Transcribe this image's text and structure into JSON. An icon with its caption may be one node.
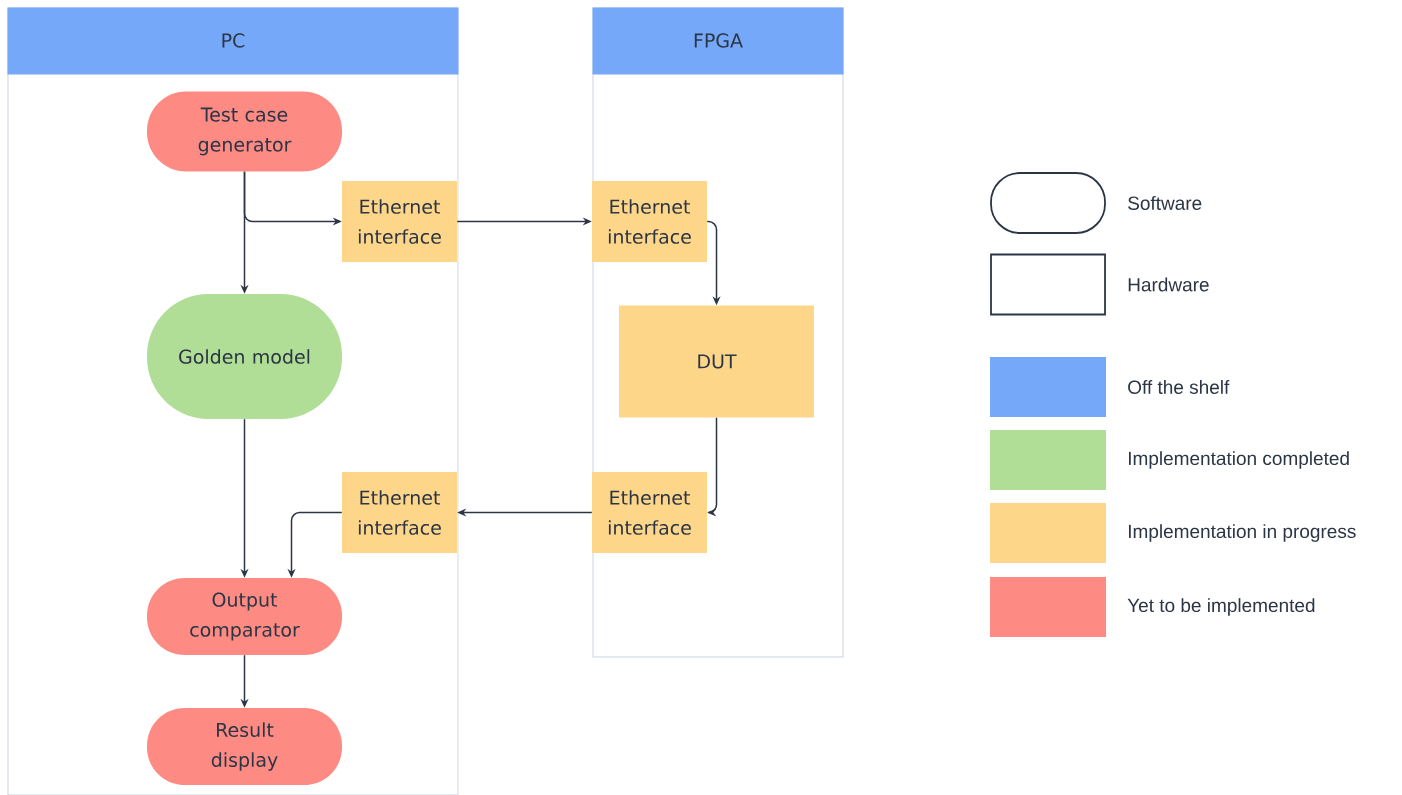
{
  "diagram": {
    "nodes": [
      {
        "text": [
          "PC"
        ]
      },
      {
        "text": [
          "FPGA"
        ]
      },
      {
        "text": [
          "Test case generator"
        ],
        "in": 0
      },
      {
        "text": [
          "Ethernet interface"
        ],
        "in": 0
      },
      {
        "text": [
          "Golden model"
        ],
        "in": 0
      },
      {
        "text": [
          "Ethernet interface"
        ],
        "in": 1
      },
      {
        "text": [
          "DUT"
        ],
        "in": 1
      },
      {
        "text": [
          "Ethernet interface"
        ],
        "in": 0
      },
      {
        "text": [
          "Ethernet interface"
        ],
        "in": 1
      },
      {
        "text": [
          "Output comparator"
        ],
        "in": 0
      },
      {
        "text": [
          "Result display"
        ],
        "in": 0
      }
    ],
    "edges": [
      {
        "from": 2,
        "to": 4,
        "arrow": "to"
      },
      {
        "from": 2,
        "to": 3,
        "arrow": "to"
      },
      {
        "from": 3,
        "to": 5,
        "arrow": "to"
      },
      {
        "from": 5,
        "to": 6,
        "arrow": "to"
      },
      {
        "from": 6,
        "to": 8,
        "arrow": "to"
      },
      {
        "from": 8,
        "to": 7,
        "arrow": "to"
      },
      {
        "from": 7,
        "to": 9,
        "arrow": "to"
      },
      {
        "from": 4,
        "to": 9,
        "arrow": "to"
      },
      {
        "from": 9,
        "to": 10,
        "arrow": "to"
      }
    ],
    "legend": [
      {
        "text": "Software"
      },
      {
        "text": "Hardware"
      },
      {
        "text": "Off the shelf",
        "color": "#75a8f9"
      },
      {
        "text": "Implementation completed",
        "color": "#b0de96"
      },
      {
        "text": "Implementation in progress",
        "color": "#fed68a"
      },
      {
        "text": "Yet to be implemented",
        "color": "#fe8a84"
      }
    ]
  }
}
